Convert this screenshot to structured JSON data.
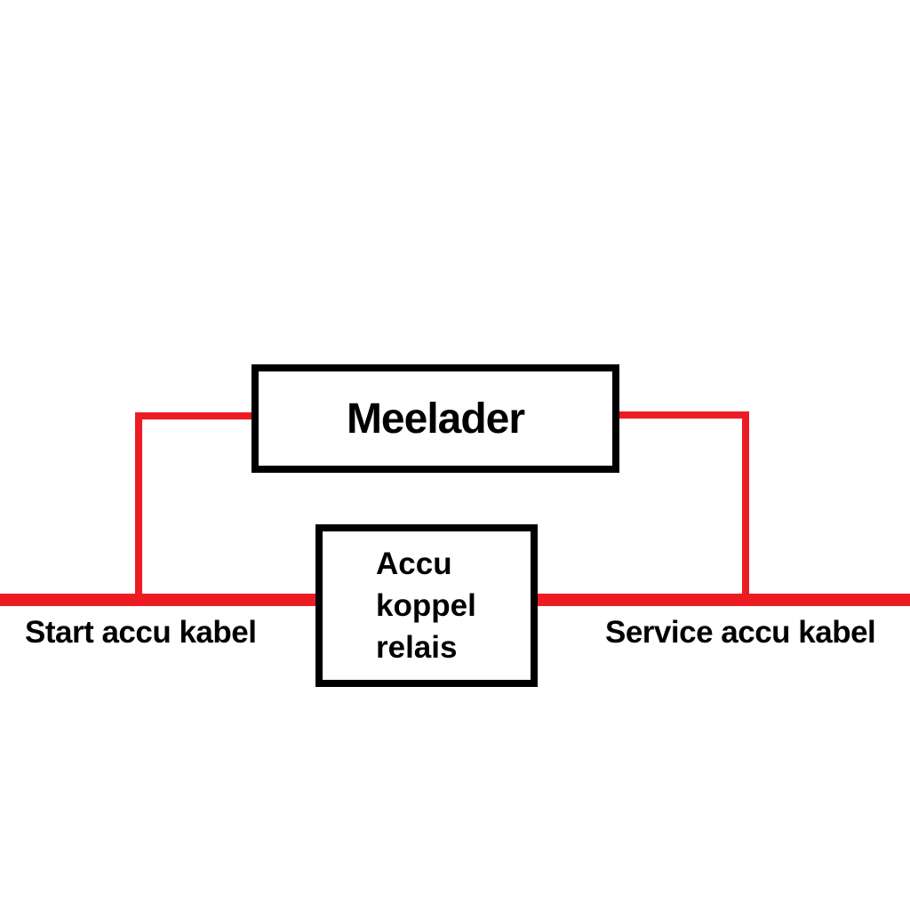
{
  "colors": {
    "wire_red": "#ed1c24",
    "box_border_black": "#000000",
    "background_white": "#ffffff",
    "text_black": "#000000"
  },
  "diagram": {
    "meelader": {
      "label": "Meelader"
    },
    "relais": {
      "lines": [
        "Accu",
        "koppel",
        "relais"
      ]
    },
    "labels": {
      "start": "Start accu kabel",
      "service": "Service accu kabel"
    }
  }
}
